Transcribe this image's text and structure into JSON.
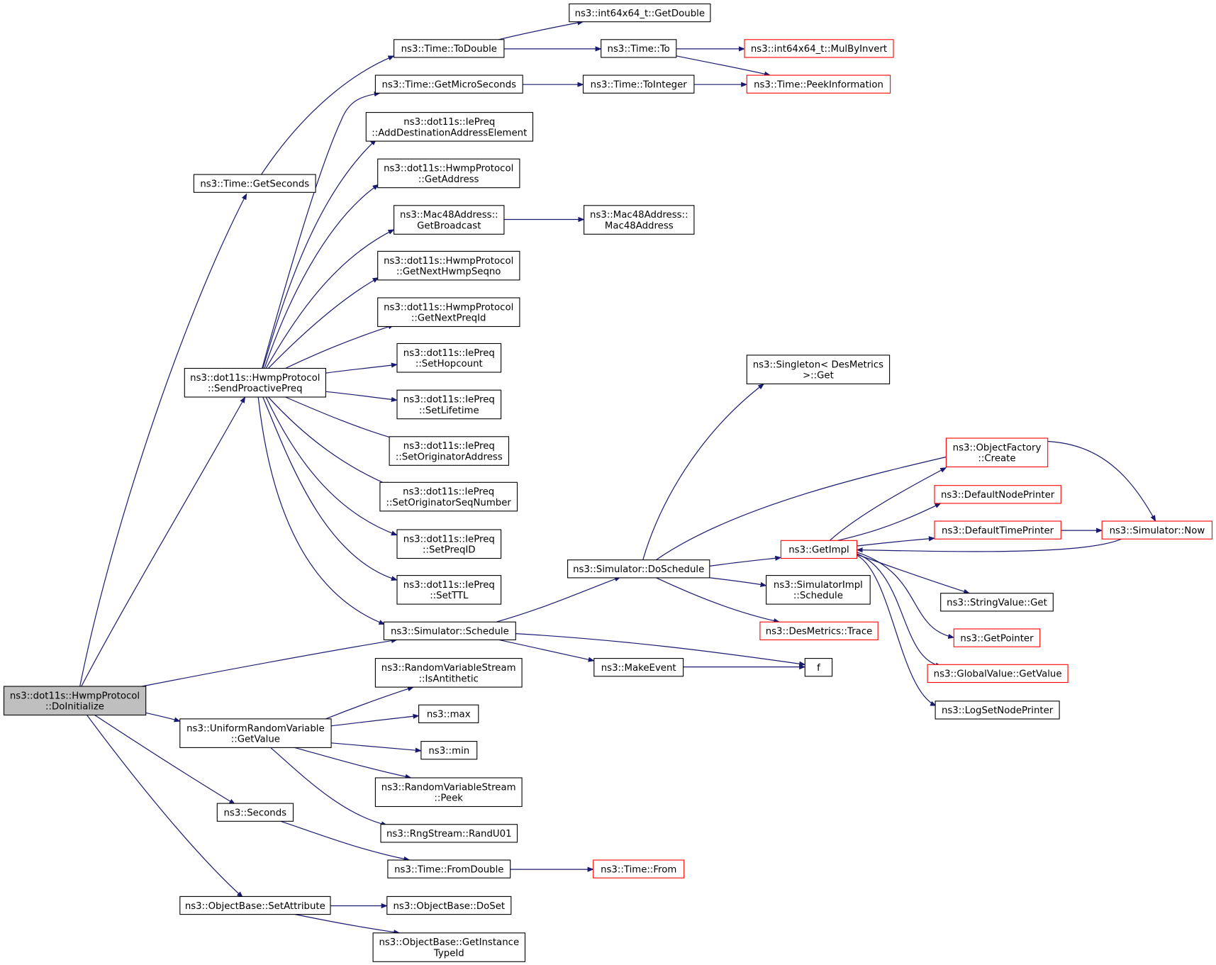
{
  "colors": {
    "edge": "#191970",
    "node_border": "#000000",
    "node_border_truncated": "#ff0000",
    "root_fill": "#bfbfbf",
    "node_fill": "#ffffff"
  },
  "nodes": [
    {
      "id": "doinit",
      "lines": [
        "ns3::dot11s::HwmpProtocol",
        "::DoInitialize"
      ],
      "style": "root"
    },
    {
      "id": "getseconds",
      "lines": [
        "ns3::Time::GetSeconds"
      ],
      "style": "normal"
    },
    {
      "id": "sendpreq",
      "lines": [
        "ns3::dot11s::HwmpProtocol",
        "::SendProactivePreq"
      ],
      "style": "normal"
    },
    {
      "id": "simschedule",
      "lines": [
        "ns3::Simulator::Schedule"
      ],
      "style": "normal"
    },
    {
      "id": "urvgetvalue",
      "lines": [
        "ns3::UniformRandomVariable",
        "::GetValue"
      ],
      "style": "normal"
    },
    {
      "id": "seconds",
      "lines": [
        "ns3::Seconds"
      ],
      "style": "normal"
    },
    {
      "id": "setattr",
      "lines": [
        "ns3::ObjectBase::SetAttribute"
      ],
      "style": "normal"
    },
    {
      "id": "todouble",
      "lines": [
        "ns3::Time::ToDouble"
      ],
      "style": "normal"
    },
    {
      "id": "getdouble",
      "lines": [
        "ns3::int64x64_t::GetDouble"
      ],
      "style": "normal"
    },
    {
      "id": "timeto",
      "lines": [
        "ns3::Time::To"
      ],
      "style": "normal"
    },
    {
      "id": "mulbyinvert",
      "lines": [
        "ns3::int64x64_t::MulByInvert"
      ],
      "style": "truncated"
    },
    {
      "id": "getmicro",
      "lines": [
        "ns3::Time::GetMicroSeconds"
      ],
      "style": "normal"
    },
    {
      "id": "tointeger",
      "lines": [
        "ns3::Time::ToInteger"
      ],
      "style": "normal"
    },
    {
      "id": "peekinfo",
      "lines": [
        "ns3::Time::PeekInformation"
      ],
      "style": "truncated"
    },
    {
      "id": "adddest",
      "lines": [
        "ns3::dot11s::IePreq",
        "::AddDestinationAddressElement"
      ],
      "style": "normal"
    },
    {
      "id": "getaddress",
      "lines": [
        "ns3::dot11s::HwmpProtocol",
        "::GetAddress"
      ],
      "style": "normal"
    },
    {
      "id": "getbroadcast",
      "lines": [
        "ns3::Mac48Address::",
        "GetBroadcast"
      ],
      "style": "normal"
    },
    {
      "id": "mac48",
      "lines": [
        "ns3::Mac48Address::",
        "Mac48Address"
      ],
      "style": "normal"
    },
    {
      "id": "nexthwmpseqno",
      "lines": [
        "ns3::dot11s::HwmpProtocol",
        "::GetNextHwmpSeqno"
      ],
      "style": "normal"
    },
    {
      "id": "nextpreqid",
      "lines": [
        "ns3::dot11s::HwmpProtocol",
        "::GetNextPreqId"
      ],
      "style": "normal"
    },
    {
      "id": "sethopcount",
      "lines": [
        "ns3::dot11s::IePreq",
        "::SetHopcount"
      ],
      "style": "normal"
    },
    {
      "id": "setlifetime",
      "lines": [
        "ns3::dot11s::IePreq",
        "::SetLifetime"
      ],
      "style": "normal"
    },
    {
      "id": "setorigaddr",
      "lines": [
        "ns3::dot11s::IePreq",
        "::SetOriginatorAddress"
      ],
      "style": "normal"
    },
    {
      "id": "setorigseq",
      "lines": [
        "ns3::dot11s::IePreq",
        "::SetOriginatorSeqNumber"
      ],
      "style": "normal"
    },
    {
      "id": "setpreqid",
      "lines": [
        "ns3::dot11s::IePreq",
        "::SetPreqID"
      ],
      "style": "normal"
    },
    {
      "id": "setttl",
      "lines": [
        "ns3::dot11s::IePreq",
        "::SetTTL"
      ],
      "style": "normal"
    },
    {
      "id": "doschedule",
      "lines": [
        "ns3::Simulator::DoSchedule"
      ],
      "style": "normal"
    },
    {
      "id": "makeevent",
      "lines": [
        "ns3::MakeEvent"
      ],
      "style": "normal"
    },
    {
      "id": "f",
      "lines": [
        "f"
      ],
      "style": "normal"
    },
    {
      "id": "singleton",
      "lines": [
        "ns3::Singleton< DesMetrics",
        ">::Get"
      ],
      "style": "normal"
    },
    {
      "id": "getimpl",
      "lines": [
        "ns3::GetImpl"
      ],
      "style": "truncated"
    },
    {
      "id": "simimplschedule",
      "lines": [
        "ns3::SimulatorImpl",
        "::Schedule"
      ],
      "style": "normal"
    },
    {
      "id": "desmetricstrace",
      "lines": [
        "ns3::DesMetrics::Trace"
      ],
      "style": "truncated"
    },
    {
      "id": "objfactory",
      "lines": [
        "ns3::ObjectFactory",
        "::Create"
      ],
      "style": "truncated"
    },
    {
      "id": "defnodeprinter",
      "lines": [
        "ns3::DefaultNodePrinter"
      ],
      "style": "truncated"
    },
    {
      "id": "deftimeprinter",
      "lines": [
        "ns3::DefaultTimePrinter"
      ],
      "style": "truncated"
    },
    {
      "id": "simnow",
      "lines": [
        "ns3::Simulator::Now"
      ],
      "style": "truncated"
    },
    {
      "id": "stringvalueget",
      "lines": [
        "ns3::StringValue::Get"
      ],
      "style": "normal"
    },
    {
      "id": "getpointer",
      "lines": [
        "ns3::GetPointer"
      ],
      "style": "truncated"
    },
    {
      "id": "globalvalue",
      "lines": [
        "ns3::GlobalValue::GetValue"
      ],
      "style": "truncated"
    },
    {
      "id": "logsetnode",
      "lines": [
        "ns3::LogSetNodePrinter"
      ],
      "style": "normal"
    },
    {
      "id": "isantithetic",
      "lines": [
        "ns3::RandomVariableStream",
        "::IsAntithetic"
      ],
      "style": "normal"
    },
    {
      "id": "max",
      "lines": [
        "ns3::max"
      ],
      "style": "normal"
    },
    {
      "id": "min",
      "lines": [
        "ns3::min"
      ],
      "style": "normal"
    },
    {
      "id": "rvspeek",
      "lines": [
        "ns3::RandomVariableStream",
        "::Peek"
      ],
      "style": "normal"
    },
    {
      "id": "randu01",
      "lines": [
        "ns3::RngStream::RandU01"
      ],
      "style": "normal"
    },
    {
      "id": "fromdouble",
      "lines": [
        "ns3::Time::FromDouble"
      ],
      "style": "normal"
    },
    {
      "id": "timefrom",
      "lines": [
        "ns3::Time::From"
      ],
      "style": "truncated"
    },
    {
      "id": "doset",
      "lines": [
        "ns3::ObjectBase::DoSet"
      ],
      "style": "normal"
    },
    {
      "id": "getinstancetypeid",
      "lines": [
        "ns3::ObjectBase::GetInstance",
        "TypeId"
      ],
      "style": "normal"
    }
  ],
  "edges": [
    {
      "from": "doinit",
      "to": "getseconds"
    },
    {
      "from": "doinit",
      "to": "sendpreq"
    },
    {
      "from": "doinit",
      "to": "simschedule"
    },
    {
      "from": "doinit",
      "to": "urvgetvalue"
    },
    {
      "from": "doinit",
      "to": "seconds"
    },
    {
      "from": "doinit",
      "to": "setattr"
    },
    {
      "from": "getseconds",
      "to": "todouble"
    },
    {
      "from": "todouble",
      "to": "getdouble"
    },
    {
      "from": "todouble",
      "to": "timeto"
    },
    {
      "from": "timeto",
      "to": "mulbyinvert"
    },
    {
      "from": "timeto",
      "to": "peekinfo"
    },
    {
      "from": "getmicro",
      "to": "tointeger"
    },
    {
      "from": "tointeger",
      "to": "peekinfo"
    },
    {
      "from": "sendpreq",
      "to": "getmicro"
    },
    {
      "from": "sendpreq",
      "to": "adddest"
    },
    {
      "from": "sendpreq",
      "to": "getaddress"
    },
    {
      "from": "sendpreq",
      "to": "getbroadcast"
    },
    {
      "from": "sendpreq",
      "to": "nexthwmpseqno"
    },
    {
      "from": "sendpreq",
      "to": "nextpreqid"
    },
    {
      "from": "sendpreq",
      "to": "sethopcount"
    },
    {
      "from": "sendpreq",
      "to": "setlifetime"
    },
    {
      "from": "sendpreq",
      "to": "setorigaddr"
    },
    {
      "from": "sendpreq",
      "to": "setorigseq"
    },
    {
      "from": "sendpreq",
      "to": "setpreqid"
    },
    {
      "from": "sendpreq",
      "to": "setttl"
    },
    {
      "from": "sendpreq",
      "to": "simschedule"
    },
    {
      "from": "getbroadcast",
      "to": "mac48"
    },
    {
      "from": "simschedule",
      "to": "doschedule"
    },
    {
      "from": "simschedule",
      "to": "makeevent"
    },
    {
      "from": "simschedule",
      "to": "f"
    },
    {
      "from": "makeevent",
      "to": "f"
    },
    {
      "from": "doschedule",
      "to": "singleton"
    },
    {
      "from": "doschedule",
      "to": "simnow"
    },
    {
      "from": "doschedule",
      "to": "getimpl"
    },
    {
      "from": "doschedule",
      "to": "simimplschedule"
    },
    {
      "from": "doschedule",
      "to": "desmetricstrace"
    },
    {
      "from": "getimpl",
      "to": "objfactory"
    },
    {
      "from": "getimpl",
      "to": "defnodeprinter"
    },
    {
      "from": "getimpl",
      "to": "deftimeprinter"
    },
    {
      "from": "getimpl",
      "to": "stringvalueget"
    },
    {
      "from": "getimpl",
      "to": "getpointer"
    },
    {
      "from": "getimpl",
      "to": "globalvalue"
    },
    {
      "from": "getimpl",
      "to": "logsetnode"
    },
    {
      "from": "deftimeprinter",
      "to": "simnow"
    },
    {
      "from": "simnow",
      "to": "getimpl"
    },
    {
      "from": "urvgetvalue",
      "to": "isantithetic"
    },
    {
      "from": "urvgetvalue",
      "to": "max"
    },
    {
      "from": "urvgetvalue",
      "to": "min"
    },
    {
      "from": "urvgetvalue",
      "to": "rvspeek"
    },
    {
      "from": "urvgetvalue",
      "to": "randu01"
    },
    {
      "from": "seconds",
      "to": "fromdouble"
    },
    {
      "from": "fromdouble",
      "to": "timefrom"
    },
    {
      "from": "setattr",
      "to": "doset"
    },
    {
      "from": "setattr",
      "to": "getinstancetypeid"
    }
  ]
}
